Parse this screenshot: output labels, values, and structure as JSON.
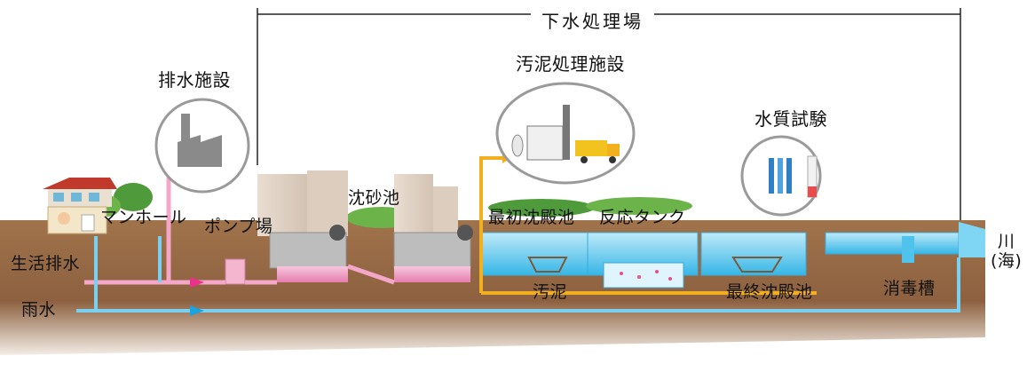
{
  "header": {
    "title": "下水処理場"
  },
  "labels": {
    "drainage_facility": "排水施設",
    "manhole": "マンホール",
    "domestic_wastewater": "生活排水",
    "rainwater": "雨水",
    "pump_station": "ポンプ場",
    "grit_chamber": "沈砂池",
    "sludge_facility": "汚泥処理施設",
    "primary_sedimentation": "最初沈殿池",
    "reaction_tank": "反応タンク",
    "sludge": "汚泥",
    "final_sedimentation": "最終沈殿池",
    "water_quality_test": "水質試験",
    "disinfection_tank": "消毒槽",
    "river_line1": "川",
    "river_line2": "(海)"
  },
  "colors": {
    "sewage_pipe": "#f4a7c8",
    "rain_pipe": "#7ad0f0",
    "sludge_line": "#f2b01e",
    "ground": "#9a6a42",
    "water": "#4fc3ec"
  },
  "icons": [
    "factory-icon",
    "truck-icon",
    "test-tube-icon",
    "house-icon",
    "arrow-right-icon"
  ]
}
